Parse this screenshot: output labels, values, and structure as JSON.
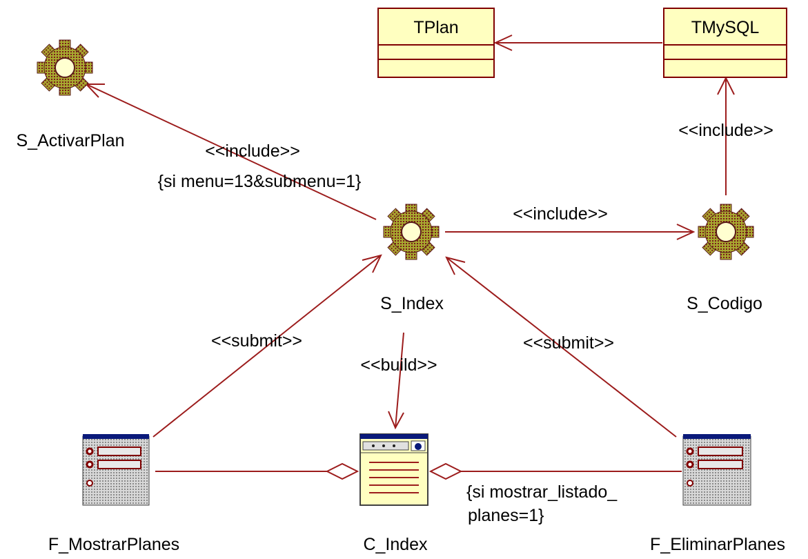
{
  "colors": {
    "line": "#9c1c1c",
    "class_fill": "#ffffc0",
    "class_border": "#800000",
    "gear_fill": "#9a9a2a",
    "gear_hub": "#ffffd0",
    "form_header": "#0a1a7a"
  },
  "nodes": {
    "tplan": {
      "label": "TPlan",
      "kind": "class"
    },
    "tmysql": {
      "label": "TMySQL",
      "kind": "class"
    },
    "s_activarplan": {
      "label": "S_ActivarPlan",
      "kind": "server-page",
      "icon": "gear-icon"
    },
    "s_index": {
      "label": "S_Index",
      "kind": "server-page",
      "icon": "gear-icon"
    },
    "s_codigo": {
      "label": "S_Codigo",
      "kind": "server-page",
      "icon": "gear-icon"
    },
    "f_mostrarplanes": {
      "label": "F_MostrarPlanes",
      "kind": "form",
      "icon": "form-icon"
    },
    "c_index": {
      "label": "C_Index",
      "kind": "client-page",
      "icon": "client-page-icon"
    },
    "f_eliminarplanes": {
      "label": "F_EliminarPlanes",
      "kind": "form",
      "icon": "form-icon"
    }
  },
  "edges": {
    "tmysql_tplan": {
      "from": "TMySQL",
      "to": "TPlan",
      "label": ""
    },
    "scodigo_tmysql": {
      "from": "S_Codigo",
      "to": "TMySQL",
      "label": "<<include>>"
    },
    "sindex_sactivarplan": {
      "from": "S_Index",
      "to": "S_ActivarPlan",
      "label": "<<include>>",
      "condition": "{si menu=13&submenu=1}"
    },
    "sindex_scodigo": {
      "from": "S_Index",
      "to": "S_Codigo",
      "label": "<<include>>"
    },
    "fmostrar_sindex": {
      "from": "F_MostrarPlanes",
      "to": "S_Index",
      "label": "<<submit>>"
    },
    "feliminar_sindex": {
      "from": "F_EliminarPlanes",
      "to": "S_Index",
      "label": "<<submit>>"
    },
    "sindex_cindex": {
      "from": "S_Index",
      "to": "C_Index",
      "label": "<<build>>"
    },
    "cindex_fmostrar": {
      "from": "C_Index",
      "to": "F_MostrarPlanes",
      "label": ""
    },
    "cindex_feliminar": {
      "from": "C_Index",
      "to": "F_EliminarPlanes",
      "label": "",
      "condition_line1": "{si mostrar_listado_",
      "condition_line2": "planes=1}"
    }
  }
}
